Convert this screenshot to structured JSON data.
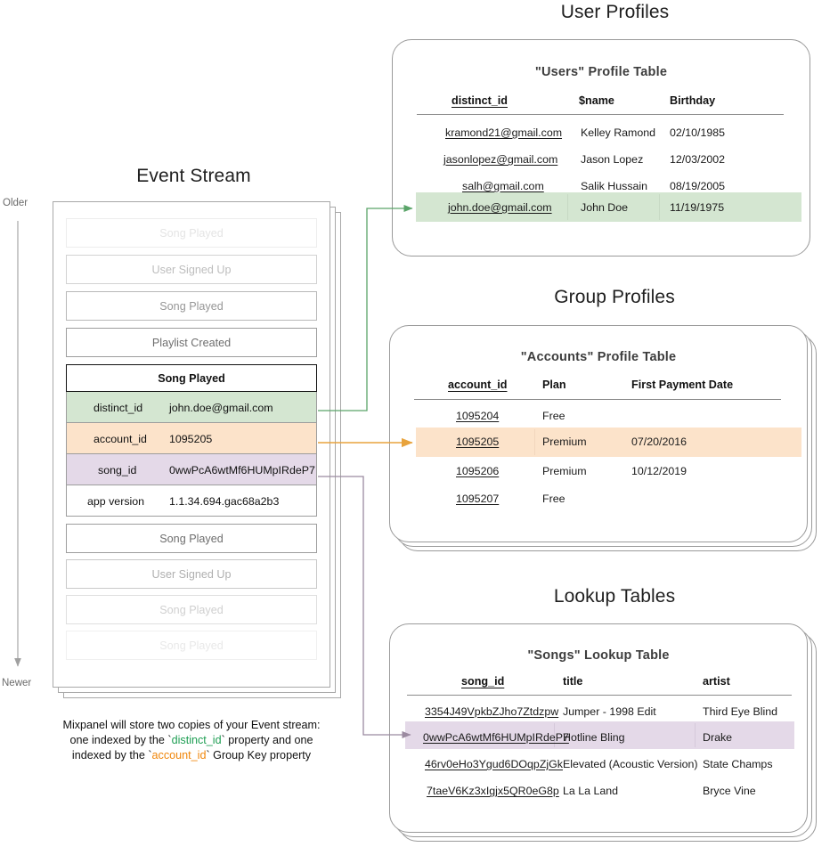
{
  "sections": {
    "user_profiles_title": "User Profiles",
    "group_profiles_title": "Group Profiles",
    "lookup_tables_title": "Lookup Tables",
    "event_stream_title": "Event Stream"
  },
  "colors": {
    "green_highlight": "#d4e6d1",
    "orange_highlight": "#fce3ca",
    "purple_highlight": "#e4d9e8",
    "green_arrow": "#5aa469",
    "orange_arrow": "#e8a33d",
    "purple_arrow": "#9b8aa0",
    "card_border": "#9a9a9a",
    "caption_green": "#1e9e53",
    "caption_orange": "#f0860a"
  },
  "users_table": {
    "title": "\"Users\" Profile Table",
    "columns": [
      "distinct_id",
      "$name",
      "Birthday"
    ],
    "rows": [
      {
        "distinct_id": "kramond21@gmail.com",
        "name": "Kelley Ramond",
        "birthday": "02/10/1985",
        "highlight": false
      },
      {
        "distinct_id": "jasonlopez@gmail.com",
        "name": "Jason Lopez",
        "birthday": "12/03/2002",
        "highlight": false
      },
      {
        "distinct_id": "salh@gmail.com",
        "name": "Salik Hussain",
        "birthday": "08/19/2005",
        "highlight": false
      },
      {
        "distinct_id": "john.doe@gmail.com",
        "name": "John Doe",
        "birthday": "11/19/1975",
        "highlight": true
      }
    ]
  },
  "accounts_table": {
    "title": "\"Accounts\" Profile Table",
    "columns": [
      "account_id",
      "Plan",
      "First Payment Date"
    ],
    "rows": [
      {
        "account_id": "1095204",
        "plan": "Free",
        "first_payment_date": "",
        "highlight": false
      },
      {
        "account_id": "1095205",
        "plan": "Premium",
        "first_payment_date": "07/20/2016",
        "highlight": true
      },
      {
        "account_id": "1095206",
        "plan": "Premium",
        "first_payment_date": "10/12/2019",
        "highlight": false
      },
      {
        "account_id": "1095207",
        "plan": "Free",
        "first_payment_date": "",
        "highlight": false
      }
    ]
  },
  "songs_table": {
    "title": "\"Songs\" Lookup Table",
    "columns": [
      "song_id",
      "title",
      "artist"
    ],
    "rows": [
      {
        "song_id": "3354J49VpkbZJho7Ztdzpw",
        "title": "Jumper - 1998 Edit",
        "artist": "Third Eye Blind",
        "highlight": false
      },
      {
        "song_id": "0wwPcA6wtMf6HUMpIRdeP7",
        "title": "Hotline Bling",
        "artist": "Drake",
        "highlight": true
      },
      {
        "song_id": "46rv0eHo3Ygud6DOqpZjGk",
        "title": "Elevated (Acoustic Version)",
        "artist": "State Champs",
        "highlight": false
      },
      {
        "song_id": "7taeV6Kz3xIgjx5QR0eG8p",
        "title": "La La Land",
        "artist": "Bryce Vine",
        "highlight": false
      }
    ]
  },
  "event_stream": {
    "axis_older": "Older",
    "axis_newer": "Newer",
    "events_before": [
      {
        "label": "Song Played",
        "opacity": 0.18
      },
      {
        "label": "User Signed Up",
        "opacity": 0.45
      },
      {
        "label": "Song Played",
        "opacity": 0.72
      },
      {
        "label": "Playlist Created",
        "opacity": 1
      }
    ],
    "selected_event": {
      "label": "Song Played",
      "properties": [
        {
          "key": "distinct_id",
          "value": "john.doe@gmail.com",
          "highlight": "green"
        },
        {
          "key": "account_id",
          "value": "1095205",
          "highlight": "orange"
        },
        {
          "key": "song_id",
          "value": "0wwPcA6wtMf6HUMpIRdeP7",
          "highlight": "purple"
        },
        {
          "key": "app version",
          "value": "1.1.34.694.gac68a2b3",
          "highlight": "none"
        }
      ]
    },
    "events_after": [
      {
        "label": "Song Played",
        "opacity": 1
      },
      {
        "label": "User Signed Up",
        "opacity": 0.55
      },
      {
        "label": "Song Played",
        "opacity": 0.32
      },
      {
        "label": "Song Played",
        "opacity": 0.15
      }
    ]
  },
  "caption": {
    "line1": "Mixpanel will store two copies of your Event stream:",
    "line2_a": "one indexed by the `",
    "line2_b": "distinct_id",
    "line2_c": "` property and one",
    "line3_a": "indexed by the `",
    "line3_b": "account_id",
    "line3_c": "` Group Key property"
  }
}
